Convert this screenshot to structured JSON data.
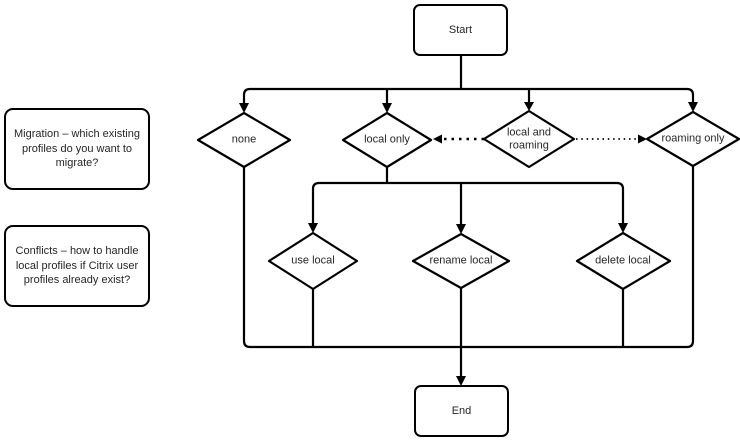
{
  "diagram": {
    "title": "Profile migration flowchart",
    "type": "flowchart",
    "background_color": "#ffffff",
    "line_color": "#000000",
    "text_color": "#262626"
  },
  "nodes": {
    "start": {
      "label": "Start",
      "shape": "rounded-rect"
    },
    "none": {
      "label": "none",
      "shape": "diamond"
    },
    "local_only": {
      "label": "local only",
      "shape": "diamond"
    },
    "local_and_roaming": {
      "label": "local and roaming",
      "shape": "diamond"
    },
    "roaming_only": {
      "label": "roaming only",
      "shape": "diamond"
    },
    "use_local": {
      "label": "use local",
      "shape": "diamond"
    },
    "rename_local": {
      "label": "rename local",
      "shape": "diamond"
    },
    "delete_local": {
      "label": "delete local",
      "shape": "diamond"
    },
    "end": {
      "label": "End",
      "shape": "rounded-rect"
    }
  },
  "annotations": {
    "migration": {
      "text": "Migration – which existing profiles do you want to migrate?"
    },
    "conflicts": {
      "text": "Conflicts – how to handle local profiles if Citrix user profiles already exist?"
    }
  }
}
